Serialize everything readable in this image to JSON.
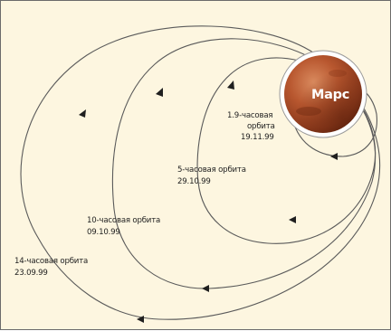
{
  "planet": {
    "name": "Марс"
  },
  "orbits": [
    {
      "period": "1.9-часовая",
      "period_suffix": "орбита",
      "date": "19.11.99"
    },
    {
      "label": "5-часовая орбита",
      "date": "29.10.99"
    },
    {
      "label": "10-часовая орбита",
      "date": "09.10.99"
    },
    {
      "label": "14-часовая орбита",
      "date": "23.09.99"
    }
  ],
  "colors": {
    "background": "#fdf6e0",
    "orbit_line": "#5a5a5a",
    "planet": "#b8572f",
    "planet_ring": "#ffffff"
  }
}
